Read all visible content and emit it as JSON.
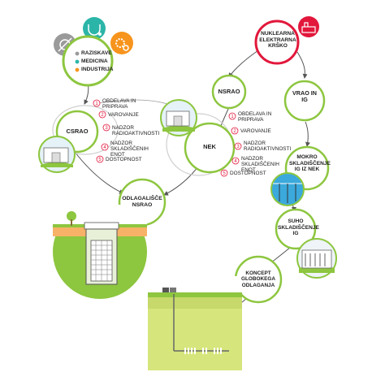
{
  "colors": {
    "green": "#8dc63f",
    "red": "#e2173b",
    "blue": "#3ba9dc",
    "teal": "#2bb5a8",
    "orange": "#f7941d",
    "gray": "#9a9a9a",
    "line": "#555555"
  },
  "sources": {
    "legend": [
      {
        "label": "RAZISKAVE",
        "color": "#9a9a9a"
      },
      {
        "label": "MEDICINA",
        "color": "#2bb5a8"
      },
      {
        "label": "INDUSTRIJA",
        "color": "#f7941d"
      }
    ],
    "icons": [
      "research-icon",
      "medicine-icon",
      "industry-icon"
    ]
  },
  "nodes": {
    "nek_plant": "NUKLEARNA ELEKTRARNA KRŠKO",
    "nsrao": "NSRAO",
    "vrao": "VRAO IN IG",
    "csrao": "CSRAO",
    "nek": "NEK",
    "wet_storage": "MOKRO SKLADIŠČENJE IG IZ NEK",
    "dry_storage": "SUHO SKLADIŠČENJE IG",
    "repository": "ODLAGALIŠČE NSRAO",
    "deep_disposal": "KONCEPT GLOBOKEGA ODLAGANJA"
  },
  "steps": [
    {
      "num": "1",
      "text": "OBDELAVA IN PRIPRAVA"
    },
    {
      "num": "2",
      "text": "VAROVANJE"
    },
    {
      "num": "3",
      "text": "NADZOR RADIOAKTIVNOSTI"
    },
    {
      "num": "4",
      "text": "NADZOR SKLADIŠČENIH ENOT"
    },
    {
      "num": "5",
      "text": "DOSTOPNOST"
    }
  ]
}
